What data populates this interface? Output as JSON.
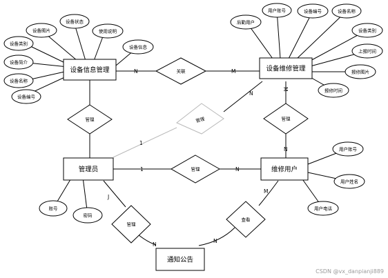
{
  "entities": {
    "device_info_mgmt": "设备信息管理",
    "device_repair_mgmt": "设备维修管理",
    "admin": "管理员",
    "repair_user": "维修用户",
    "notice": "通知公告"
  },
  "relationships": {
    "associate": "关联",
    "manage_left": "管理",
    "manage_right": "管理",
    "manage_center": "管理",
    "manage_admin_user": "管理",
    "manage_notice": "管理",
    "view_notice": "查看"
  },
  "attributes": {
    "device_info": [
      "设备类别",
      "设备图片",
      "设备状态",
      "使用说明",
      "设备信息",
      "设备简介",
      "设备名称",
      "设备编号"
    ],
    "repair": [
      "后勤用户",
      "用户账号",
      "设备编号",
      "设备名称",
      "设备类别",
      "上报时间",
      "报修图片",
      "报修时间"
    ],
    "admin": [
      "账号",
      "密码"
    ],
    "repair_user": [
      "用户账号",
      "用户姓名",
      "用户电话"
    ]
  },
  "cardinality": {
    "c1": "N",
    "c2": "M",
    "c3": "M",
    "c4": "N",
    "c5": "N",
    "c6": "1",
    "c7": "1",
    "c8": "N",
    "c9": "J",
    "c10": "N",
    "c11": "N",
    "c12": "M"
  },
  "watermark": "CSDN @vx_danpianji889",
  "colors": {
    "line": "#000000",
    "fill": "#ffffff",
    "faded": "#b8b8b8",
    "faded_text": "#9a9a9a"
  }
}
